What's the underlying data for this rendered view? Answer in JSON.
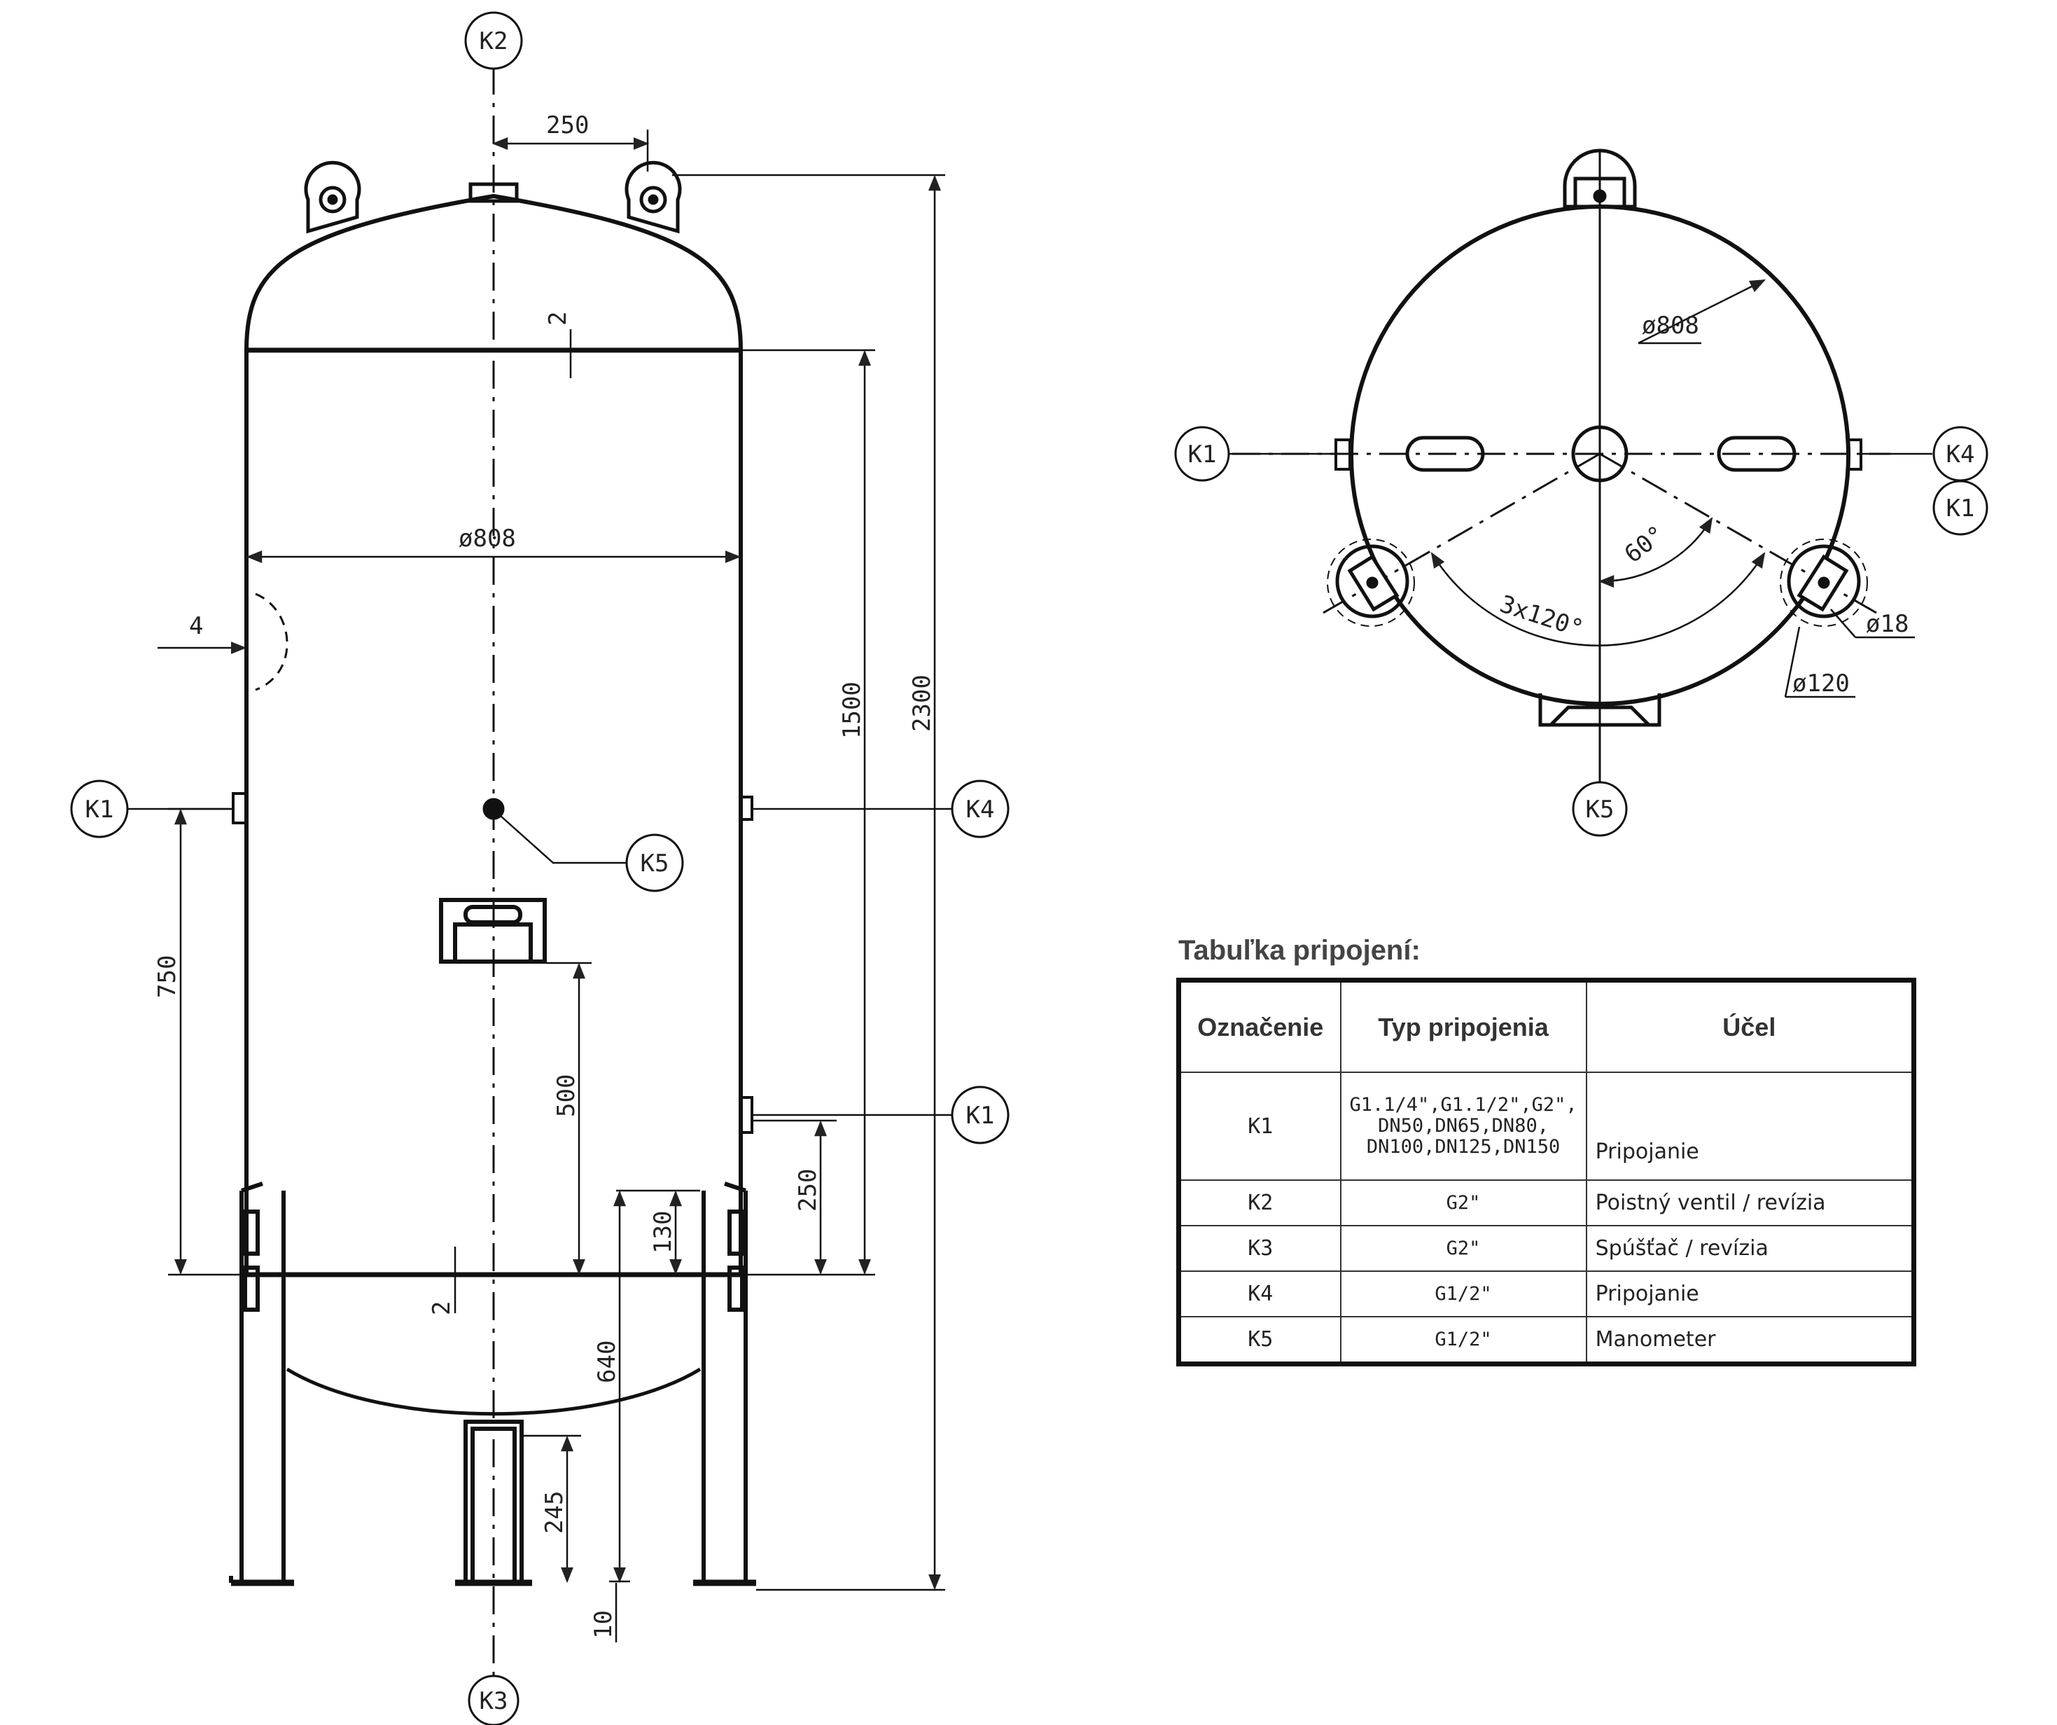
{
  "side_view": {
    "labels": {
      "top": "K2",
      "left": "K1",
      "right_upper": "K4",
      "center": "K5",
      "right_lower": "K1",
      "bottom": "K3"
    },
    "dims": {
      "lug_offset": "250",
      "wall": "2",
      "diameter": "ø808",
      "weld_gap": "4",
      "shell_height": "1500",
      "total_height": "2300",
      "left_nozzle_height": "750",
      "k5_height": "500",
      "lower_nozzle_height": "250",
      "leg_weld": "130",
      "bottom_wall": "2",
      "leg_height": "640",
      "foot_height": "245",
      "foot_plate": "10"
    }
  },
  "top_view": {
    "labels": {
      "left": "K1",
      "right_upper": "K4",
      "right_lower": "K1",
      "bottom": "K5"
    },
    "dims": {
      "diameter": "ø808",
      "angle": "60°",
      "leg_spacing": "3x120°",
      "hole": "ø18",
      "pad": "ø120"
    }
  },
  "table": {
    "title": "Tabuľka pripojení:",
    "headers": [
      "Označenie",
      "Typ pripojenia",
      "Účel"
    ],
    "rows": [
      {
        "label": "K1",
        "type_lines": [
          "G1.1/4\",G1.1/2\",G2\",",
          "DN50,DN65,DN80,",
          "DN100,DN125,DN150"
        ],
        "purpose": "Pripojanie"
      },
      {
        "label": "K2",
        "type_lines": [
          "G2\""
        ],
        "purpose": "Poistný ventil / revízia"
      },
      {
        "label": "K3",
        "type_lines": [
          "G2\""
        ],
        "purpose": "Spúšťač / revízia"
      },
      {
        "label": "K4",
        "type_lines": [
          "G1/2\""
        ],
        "purpose": "Pripojanie"
      },
      {
        "label": "K5",
        "type_lines": [
          "G1/2\""
        ],
        "purpose": "Manometer"
      }
    ]
  }
}
